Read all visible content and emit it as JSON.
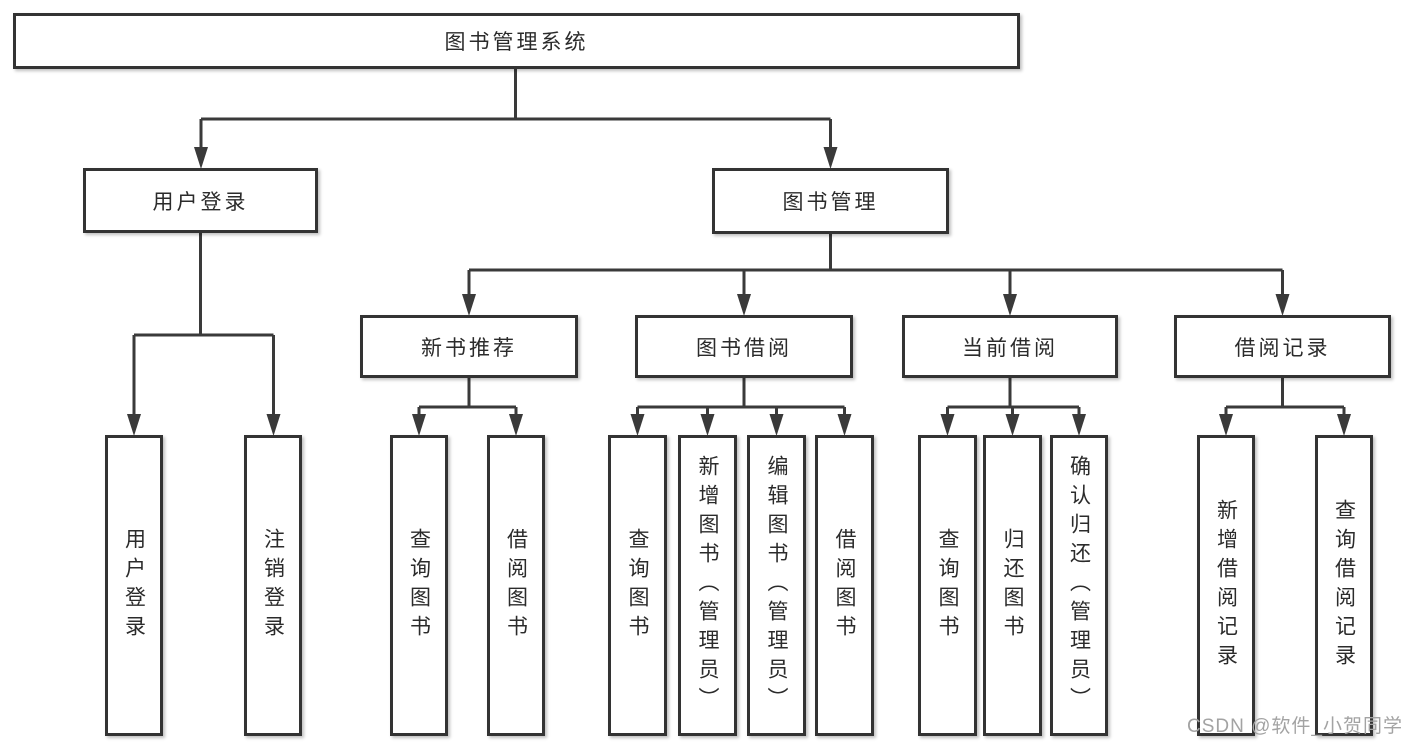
{
  "diagram": {
    "root": {
      "label": "图书管理系统"
    },
    "user_login": {
      "label": "用户登录",
      "children": [
        {
          "label": "用户登录"
        },
        {
          "label": "注销登录"
        }
      ]
    },
    "book_mgmt": {
      "label": "图书管理",
      "children": [
        {
          "label": "新书推荐",
          "children": [
            {
              "label": "查询图书"
            },
            {
              "label": "借阅图书"
            }
          ]
        },
        {
          "label": "图书借阅",
          "children": [
            {
              "label": "查询图书"
            },
            {
              "label": "新增图书（管理员）"
            },
            {
              "label": "编辑图书（管理员）"
            },
            {
              "label": "借阅图书"
            }
          ]
        },
        {
          "label": "当前借阅",
          "children": [
            {
              "label": "查询图书"
            },
            {
              "label": "归还图书"
            },
            {
              "label": "确认归还（管理员）"
            }
          ]
        },
        {
          "label": "借阅记录",
          "children": [
            {
              "label": "新增借阅记录"
            },
            {
              "label": "查询借阅记录"
            }
          ]
        }
      ]
    }
  },
  "watermark": {
    "text": "CSDN @软件_小贺同学"
  },
  "colors": {
    "line": "#3a3a3a",
    "border": "#333333",
    "text": "#2b2b2b",
    "watermark": "#a3a3a3",
    "background": "#ffffff"
  }
}
